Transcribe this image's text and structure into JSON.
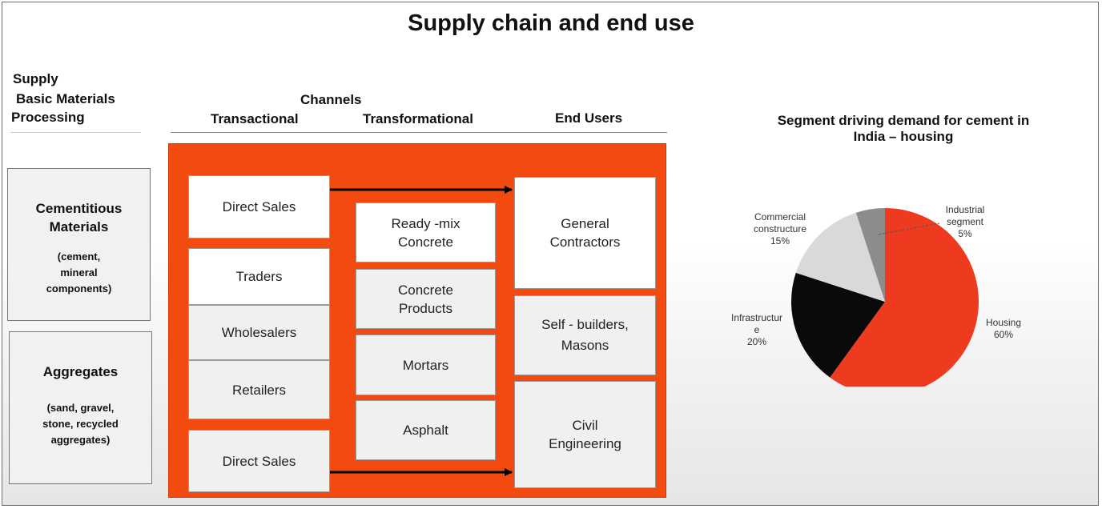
{
  "title": "Supply chain and end use",
  "headers": {
    "supply": "Supply",
    "basic_materials": "Basic Materials",
    "processing": "Processing",
    "channels": "Channels",
    "transactional": "Transactional",
    "transformational": "Transformational",
    "end_users": "End Users"
  },
  "left_boxes": [
    {
      "title_lines": [
        "Cementitious",
        "Materials"
      ],
      "detail_lines": [
        "(cement,",
        "mineral",
        "components)"
      ]
    },
    {
      "title_lines": [
        "Aggregates"
      ],
      "detail_lines": [
        "(sand, gravel,",
        "stone, recycled",
        "aggregates)"
      ]
    }
  ],
  "transactional": [
    "Direct Sales",
    "Traders",
    "Wholesalers",
    "Retailers",
    "Direct Sales"
  ],
  "transformational": [
    [
      "Ready  -mix",
      "Concrete"
    ],
    [
      "Concrete",
      "Products"
    ],
    [
      "Mortars"
    ],
    [
      "Asphalt"
    ]
  ],
  "end_users": [
    [
      "General",
      "Contractors"
    ],
    [
      "Self -  builders,",
      "Masons"
    ],
    [
      "Civil",
      "Engineering"
    ]
  ],
  "colors": {
    "panel": "#f24a0f",
    "housing": "#ee3a1e",
    "infrastructure": "#0a0a0a",
    "commercial": "#d9d9d9",
    "industrial": "#8c8c8c"
  },
  "chart_data": {
    "type": "pie",
    "title": "Segment driving demand for cement in India – housing",
    "slices": [
      {
        "label_lines": [
          "Housing"
        ],
        "value_text": "60%",
        "value": 60,
        "color": "#ee3a1e"
      },
      {
        "label_lines": [
          "Infrastructur",
          "e"
        ],
        "value_text": "20%",
        "value": 20,
        "color": "#0a0a0a"
      },
      {
        "label_lines": [
          "Commercial",
          "constructure"
        ],
        "value_text": "15%",
        "value": 15,
        "color": "#d9d9d9"
      },
      {
        "label_lines": [
          "Industrial",
          "segment"
        ],
        "value_text": "5%",
        "value": 5,
        "color": "#8c8c8c"
      }
    ]
  }
}
